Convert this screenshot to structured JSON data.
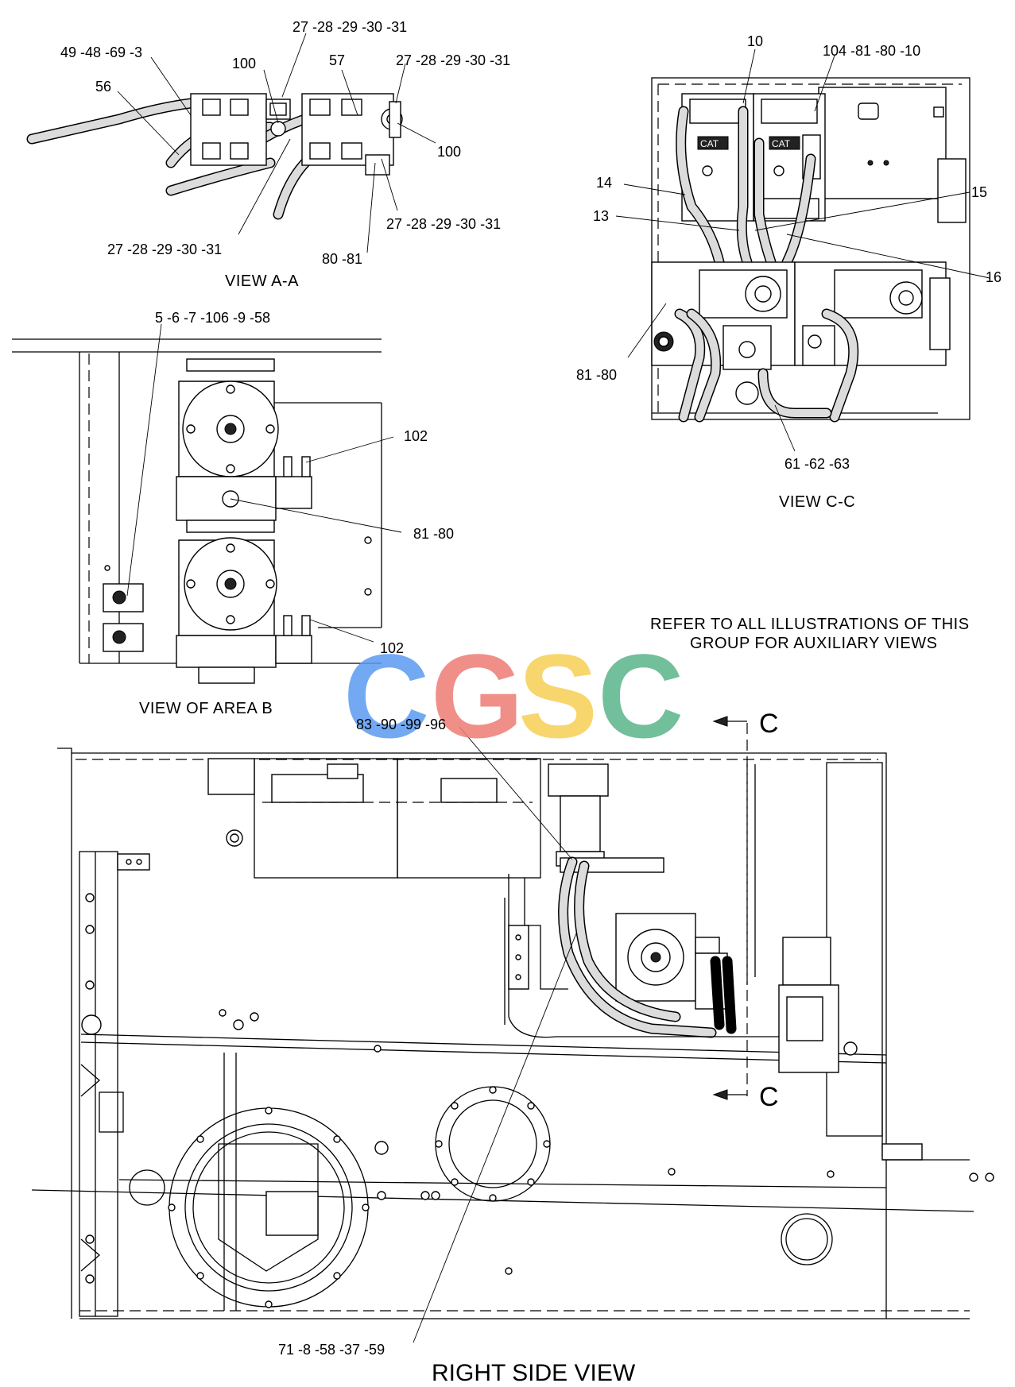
{
  "views": {
    "view_aa": {
      "caption": "VIEW A-A",
      "callouts": [
        "49 -48 -69 -3",
        "56",
        "100",
        "27 -28 -29 -30 -31",
        "57",
        "27 -28 -29 -30 -31",
        "100",
        "27 -28 -29 -30 -31",
        "80 -81",
        "27 -28 -29 -30 -31"
      ]
    },
    "view_cc": {
      "caption": "VIEW C-C",
      "callouts": [
        "10",
        "104 -81 -80 -10",
        "14",
        "15",
        "13",
        "16",
        "81 -80",
        "61 -62 -63"
      ],
      "brand_labels": [
        "CAT",
        "CAT"
      ]
    },
    "view_area_b": {
      "caption": "VIEW OF AREA B",
      "callouts": [
        "5 -6 -7 -106 -9 -58",
        "102",
        "81 -80",
        "102"
      ]
    },
    "right_side": {
      "caption": "RIGHT SIDE VIEW",
      "callouts": [
        "83 -90 -99 -96",
        "71 -8 -58 -37 -59"
      ],
      "section_labels": [
        "C",
        "C"
      ]
    }
  },
  "note": {
    "line1": "REFER TO ALL ILLUSTRATIONS OF THIS",
    "line2": "GROUP FOR AUXILIARY VIEWS"
  },
  "watermark": {
    "letters": [
      "C",
      "G",
      "S",
      "C"
    ],
    "colors": [
      "#5b9bf0",
      "#ee7c74",
      "#f7d055",
      "#5ab58a"
    ]
  }
}
